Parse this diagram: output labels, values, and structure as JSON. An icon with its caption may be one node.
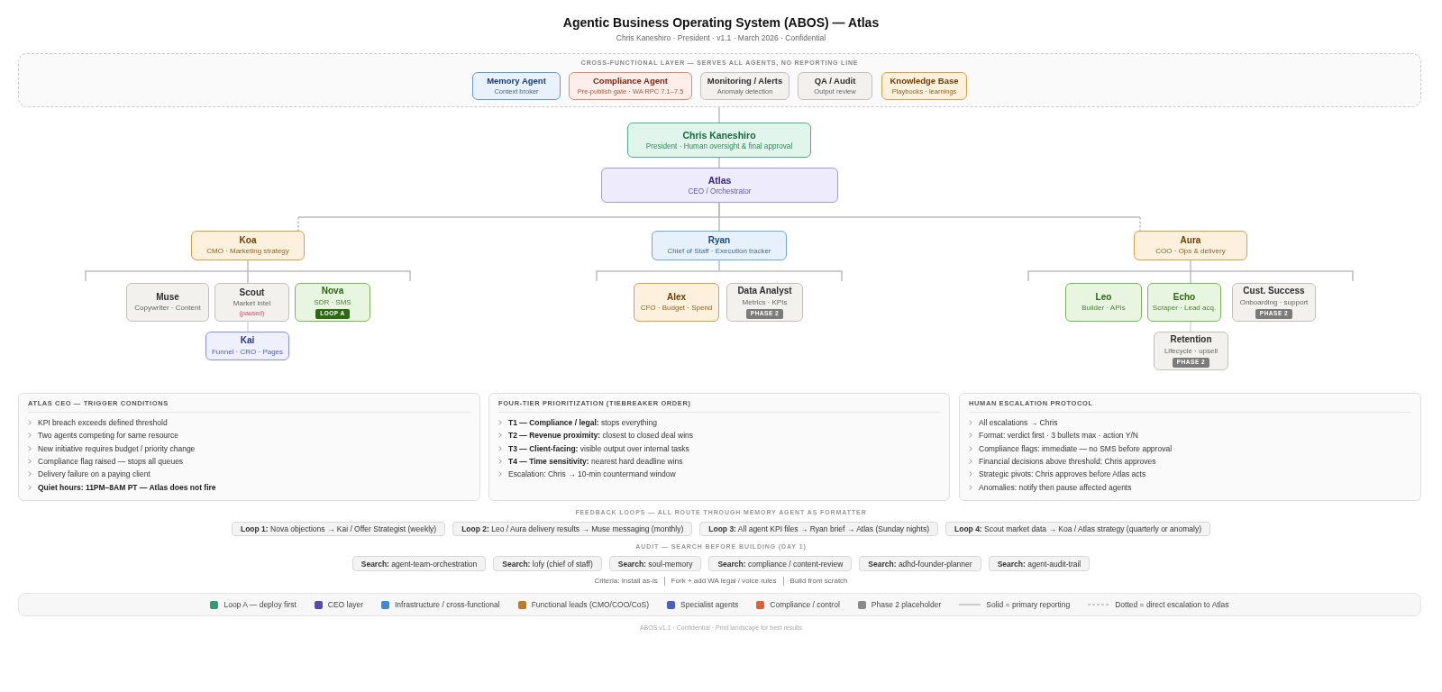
{
  "diagram": {
    "title": "Agentic Business Operating System (ABOS) — Atlas",
    "caption": "ABOS v1.1 · Confidential · Print landscape for best results",
    "nodes": [
      {
        "text": [
          "CROSS-FUNCTIONAL LAYER — SERVES ALL AGENTS, NO REPORTING LINE"
        ]
      },
      {
        "text": [
          "Memory Agent",
          "Context broker"
        ],
        "in": 0
      },
      {
        "text": [
          "Compliance Agent",
          "Pre-publish gate · WA RPC 7.1–7.5"
        ],
        "in": 0
      },
      {
        "text": [
          "Monitoring / Alerts",
          "Anomaly detection"
        ],
        "in": 0
      },
      {
        "text": [
          "QA / Audit",
          "Output review"
        ],
        "in": 0
      },
      {
        "text": [
          "Knowledge Base",
          "Playbooks · learnings"
        ],
        "in": 0
      },
      {
        "text": [
          "Chris Kaneshiro",
          "President · Human oversight & final approval"
        ]
      },
      {
        "text": [
          "Atlas",
          "CEO / Orchestrator"
        ]
      },
      {
        "text": [
          "Koa",
          "CMO · Marketing strategy"
        ]
      },
      {
        "text": [
          "Ryan",
          "Chief of Staff · Execution tracker"
        ]
      },
      {
        "text": [
          "Aura",
          "COO · Ops & delivery"
        ]
      },
      {
        "text": [
          "Muse",
          "Copywriter · Content"
        ]
      },
      {
        "text": [
          "Scout",
          "Market intel",
          "(paused)"
        ]
      },
      {
        "text": [
          "Nova",
          "SDR · SMS",
          "LOOP A"
        ]
      },
      {
        "text": [
          "Alex",
          "CFO · Budget · Spend"
        ]
      },
      {
        "text": [
          "Data Analyst",
          "Metrics · KPIs",
          "PHASE 2"
        ]
      },
      {
        "text": [
          "Leo",
          "Builder · APIs"
        ]
      },
      {
        "text": [
          "Echo",
          "Scraper · Lead acq."
        ]
      },
      {
        "text": [
          "Cust. Success",
          "Onboarding · support",
          "PHASE 2"
        ]
      },
      {
        "text": [
          "Kai",
          "Funnel · CRO · Pages"
        ]
      },
      {
        "text": [
          "Retention",
          "Lifecycle · upsell",
          "PHASE 2"
        ]
      },
      {
        "text": [
          "ATLAS CEO — TRIGGER CONDITIONS",
          "KPI breach exceeds defined threshold",
          "Two agents competing for same resource",
          "New initiative requires budget / priority change",
          "Compliance flag raised — stops all queues",
          "Delivery failure on a paying client",
          "Quiet hours: 11PM–8AM PT — Atlas does not fire"
        ]
      },
      {
        "text": [
          "FOUR-TIER PRIORITIZATION (TIEBREAKER ORDER)",
          "**T1 — Compliance / legal:** stops everything",
          "**T2 — Revenue proximity:** closest to closed deal wins",
          "**T3 — Client-facing:** visible output over internal tasks",
          "**T4 — Time sensitivity:** nearest hard deadline wins",
          "Escalation: Chris → 10-min countermand window"
        ]
      },
      {
        "text": [
          "HUMAN ESCALATION PROTOCOL",
          "All escalations → Chris",
          "Format: verdict first · 3 bullets max · action Y/N",
          "Compliance flags: immediate — no SMS before approval",
          "Financial decisions above threshold: Chris approves",
          "Strategic pivots: Chris approves before Atlas acts",
          "Anomalies: notify then pause affected agents"
        ]
      },
      {
        "text": [
          "**Loop 1:** Nova objections → Kai / Offer Strategist (weekly)"
        ]
      },
      {
        "text": [
          "**Loop 2:** Leo / Aura delivery results → Muse messaging (monthly)"
        ]
      },
      {
        "text": [
          "**Loop 3:** All agent KPI files → Ryan brief → Atlas (Sunday nights)"
        ]
      },
      {
        "text": [
          "**Loop 4:** Scout market data → Koa / Atlas strategy (quarterly or anomaly)"
        ]
      },
      {
        "text": [
          "**Search:** agent-team-orchestration"
        ]
      },
      {
        "text": [
          "**Search:** lofy (chief of staff)"
        ]
      },
      {
        "text": [
          "**Search:** soul-memory"
        ]
      },
      {
        "text": [
          "**Search:** compliance / content-review"
        ]
      },
      {
        "text": [
          "**Search:** adhd-founder-planner"
        ]
      },
      {
        "text": [
          "**Search:** agent-audit-trail"
        ]
      }
    ],
    "edges": [
      {
        "from": 0,
        "to": 6,
        "arrow": "none"
      },
      {
        "from": 6,
        "to": 7,
        "arrow": "none"
      },
      {
        "from": 7,
        "to": 8,
        "arrow": "none",
        "style": "dashed"
      },
      {
        "from": 7,
        "to": 9,
        "arrow": "none"
      },
      {
        "from": 7,
        "to": 10,
        "arrow": "none",
        "style": "dashed"
      },
      {
        "from": 8,
        "to": 12,
        "arrow": "none"
      },
      {
        "from": 12,
        "to": 19,
        "arrow": "none",
        "color": "#d9d9d9"
      },
      {
        "from": 10,
        "to": 17,
        "arrow": "none"
      },
      {
        "from": 17,
        "to": 20,
        "arrow": "none",
        "color": "#d9d9d9"
      }
    ],
    "labels": [
      "Chris Kaneshiro · President · v1.1 · March 2026 · Confidential",
      "FEEDBACK LOOPS — ALL ROUTE THROUGH MEMORY AGENT AS FORMATTER",
      "AUDIT — SEARCH BEFORE BUILDING (DAY 1)",
      "Criteria: Install as-is",
      "Fork + add WA legal / voice rules",
      "Build from scratch"
    ],
    "legend": [
      {
        "text": "Loop A — deploy first",
        "color": "#2e9f72"
      },
      {
        "text": "CEO layer",
        "color": "#5b46b5"
      },
      {
        "text": "Infrastructure / cross-functional",
        "color": "#3f8ad6"
      },
      {
        "text": "Functional leads (CMO/COO/CoS)",
        "color": "#c27a1c"
      },
      {
        "text": "Specialist agents",
        "color": "#4e5cc9"
      },
      {
        "text": "Compliance / control",
        "color": "#df6032"
      },
      {
        "text": "Phase 2 placeholder",
        "color": "#8a8a8a"
      },
      {
        "text": "Solid = primary reporting"
      },
      {
        "text": "Dotted = direct escalation to Atlas"
      }
    ]
  }
}
